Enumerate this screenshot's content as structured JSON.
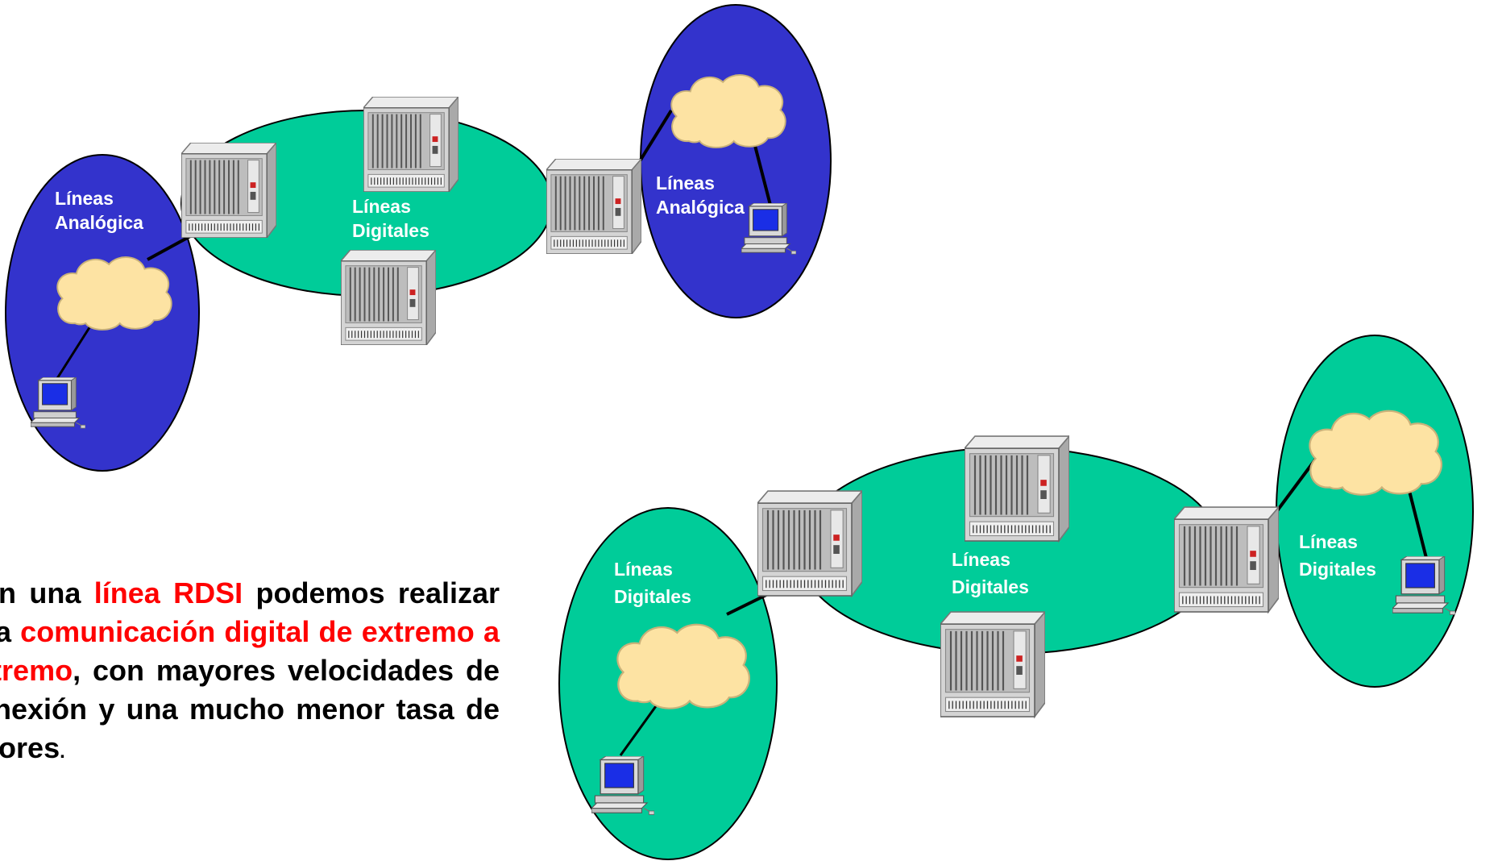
{
  "colors": {
    "analog_zone": "#3333cc",
    "digital_zone": "#00cc99",
    "cloud": "#fde3a3",
    "cloud_edge": "#c9b27a",
    "text_emphasis": "#ff0000",
    "text_main": "#000000",
    "label_text": "#ffffff"
  },
  "icons": [
    "switch-rack-icon",
    "cloud-icon",
    "computer-icon"
  ],
  "top_diagram": {
    "left_zone_label": [
      "Líneas",
      "Analógica"
    ],
    "core_label": [
      "Líneas",
      "Digitales"
    ],
    "right_zone_label": [
      "Líneas",
      "Analógica"
    ]
  },
  "bottom_diagram": {
    "left_zone_label": [
      "Líneas",
      "Digitales"
    ],
    "core_label": [
      "Líneas",
      "Digitales"
    ],
    "right_zone_label": [
      "Líneas",
      "Digitales"
    ]
  },
  "paragraph": {
    "p1": "Con una ",
    "p2": "línea RDSI",
    "p3": " podemos realizar una ",
    "p4": "comunicación digital de extremo a extremo",
    "p5": ", con mayores velocidades de conexión y una mucho menor tasa de errores",
    "p6": "."
  }
}
